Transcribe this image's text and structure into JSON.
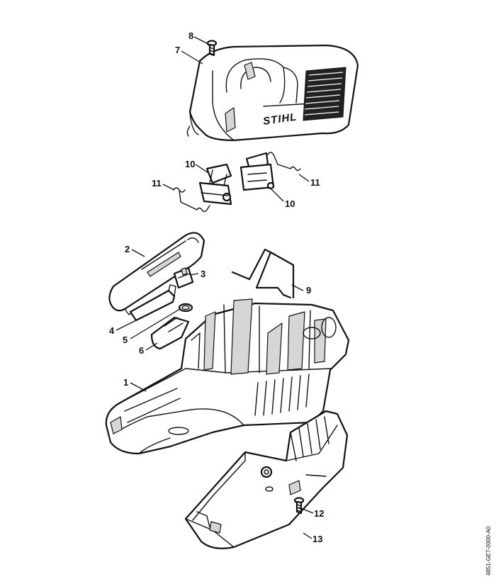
{
  "diagram": {
    "brand_text": "STIHL",
    "drawing_code": "4851-GET-0000-A0",
    "callouts": [
      {
        "id": "c8",
        "label": "8"
      },
      {
        "id": "c7",
        "label": "7"
      },
      {
        "id": "c10a",
        "label": "10"
      },
      {
        "id": "c11a",
        "label": "11"
      },
      {
        "id": "c11b",
        "label": "11"
      },
      {
        "id": "c10b",
        "label": "10"
      },
      {
        "id": "c2",
        "label": "2"
      },
      {
        "id": "c3",
        "label": "3"
      },
      {
        "id": "c9",
        "label": "9"
      },
      {
        "id": "c4",
        "label": "4"
      },
      {
        "id": "c5",
        "label": "5"
      },
      {
        "id": "c6",
        "label": "6"
      },
      {
        "id": "c1",
        "label": "1"
      },
      {
        "id": "c12",
        "label": "12"
      },
      {
        "id": "c13",
        "label": "13"
      }
    ]
  }
}
